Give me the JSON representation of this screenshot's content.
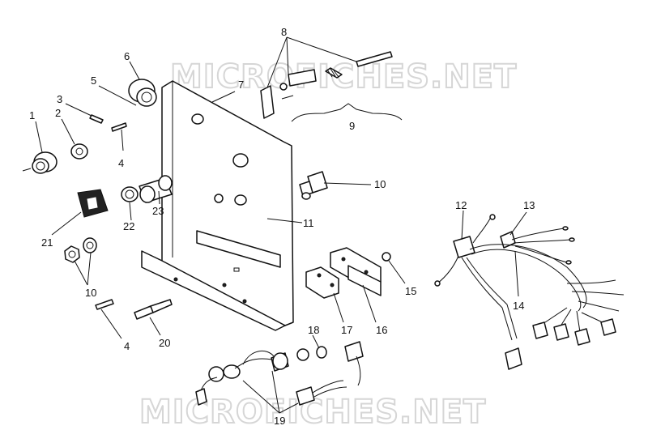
{
  "watermark": {
    "top": "MICROFICHES.NET",
    "bottom": "MICROFICHES.NET"
  },
  "callouts": [
    {
      "id": "c1",
      "label": "1"
    },
    {
      "id": "c2",
      "label": "2"
    },
    {
      "id": "c3",
      "label": "3"
    },
    {
      "id": "c4a",
      "label": "4"
    },
    {
      "id": "c4b",
      "label": "4"
    },
    {
      "id": "c5",
      "label": "5"
    },
    {
      "id": "c6",
      "label": "6"
    },
    {
      "id": "c7",
      "label": "7"
    },
    {
      "id": "c8",
      "label": "8"
    },
    {
      "id": "c9",
      "label": "9"
    },
    {
      "id": "c10a",
      "label": "10"
    },
    {
      "id": "c10b",
      "label": "10"
    },
    {
      "id": "c11",
      "label": "11"
    },
    {
      "id": "c12",
      "label": "12"
    },
    {
      "id": "c13",
      "label": "13"
    },
    {
      "id": "c14",
      "label": "14"
    },
    {
      "id": "c15",
      "label": "15"
    },
    {
      "id": "c16",
      "label": "16"
    },
    {
      "id": "c17",
      "label": "17"
    },
    {
      "id": "c18",
      "label": "18"
    },
    {
      "id": "c19",
      "label": "19"
    },
    {
      "id": "c20",
      "label": "20"
    },
    {
      "id": "c21",
      "label": "21"
    },
    {
      "id": "c22",
      "label": "22"
    },
    {
      "id": "c23",
      "label": "23"
    }
  ]
}
